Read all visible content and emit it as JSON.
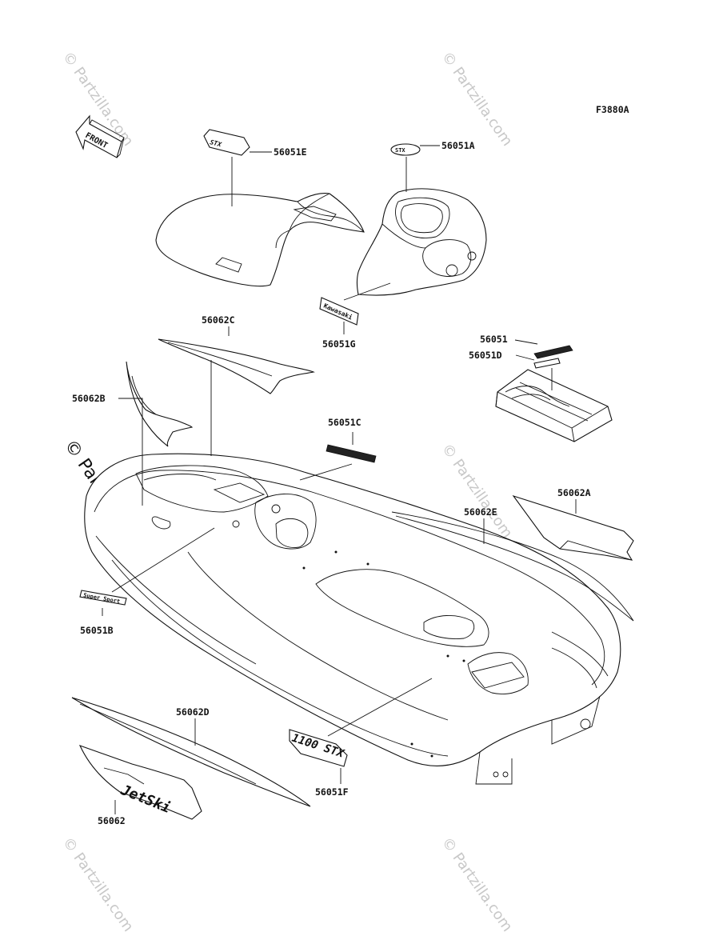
{
  "figure_code": "F3880A",
  "front_arrow_label": "FRONT",
  "watermark": "© Partzilla.com",
  "callouts": {
    "p56051E": "56051E",
    "p56051A": "56051A",
    "p56062C": "56062C",
    "p56051G": "56051G",
    "p56051": "56051",
    "p56051D": "56051D",
    "p56062B": "56062B",
    "p56051C": "56051C",
    "p56062A": "56062A",
    "p56062E": "56062E",
    "p56051B": "56051B",
    "p56062D": "56062D",
    "p56051F": "56051F",
    "p56062": "56062"
  },
  "decal_text": {
    "jetski": "JetSki",
    "kawasaki": "Kawasaki",
    "superbooster": "Super Sport",
    "model": "1100 STX"
  }
}
